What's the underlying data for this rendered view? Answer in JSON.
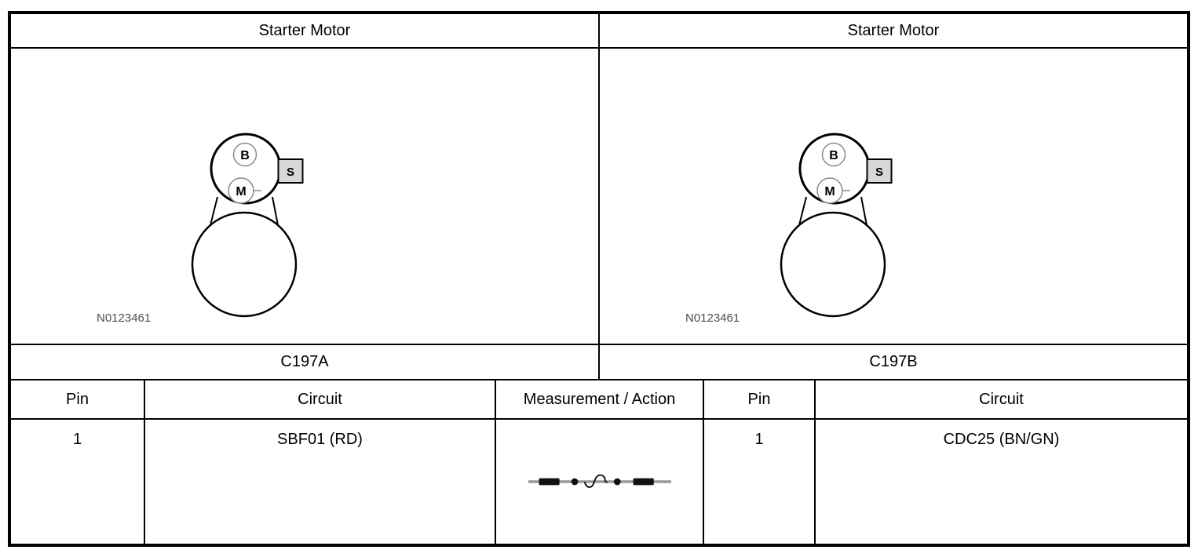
{
  "colors": {
    "border": "#000000",
    "text": "#000000",
    "figure_label": "#4d4d4d",
    "terminal_box_fill": "#d8d8d8",
    "probe_wire": "#999999",
    "probe_ink": "#111111"
  },
  "left_panel": {
    "title": "Starter Motor",
    "connector_id": "C197A",
    "figure_id": "N0123461",
    "terminals": {
      "b": "B",
      "m": "M",
      "s": "S"
    },
    "pin_header": "Pin",
    "circuit_header": "Circuit",
    "rows": [
      {
        "pin": "1",
        "circuit": "SBF01 (RD)"
      }
    ]
  },
  "measurement": {
    "header": "Measurement / Action",
    "symbol": "resistance-continuity-check"
  },
  "right_panel": {
    "title": "Starter Motor",
    "connector_id": "C197B",
    "figure_id": "N0123461",
    "terminals": {
      "b": "B",
      "m": "M",
      "s": "S"
    },
    "pin_header": "Pin",
    "circuit_header": "Circuit",
    "rows": [
      {
        "pin": "1",
        "circuit": "CDC25 (BN/GN)"
      }
    ]
  }
}
